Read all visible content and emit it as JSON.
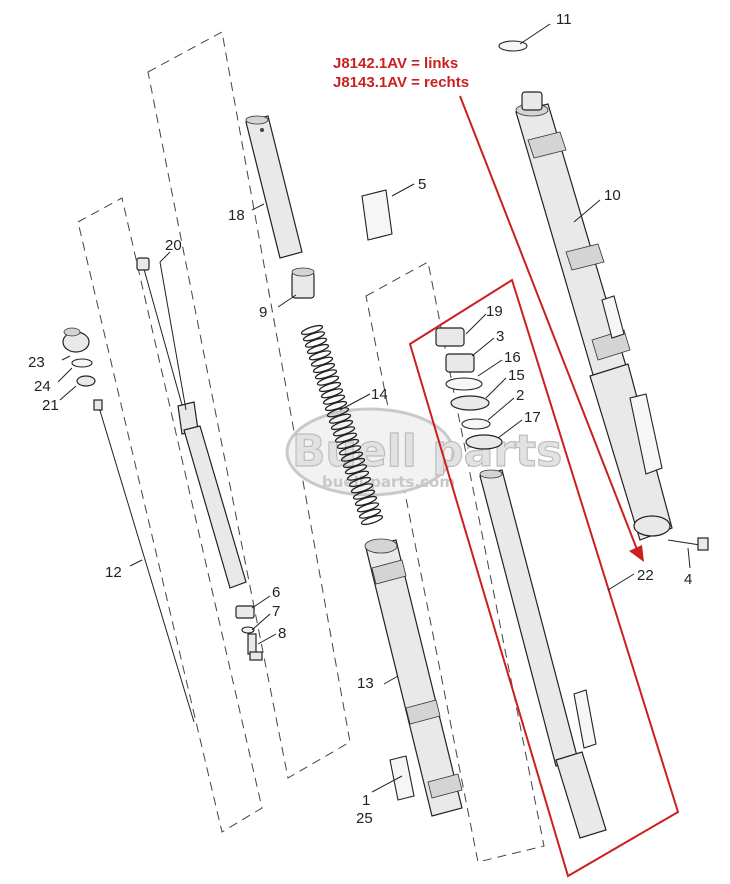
{
  "diagram": {
    "watermark": {
      "brand": "Buell parts",
      "url": "buell-parts.com"
    },
    "note": {
      "line1": "J8142.1AV = links",
      "line2": "J8143.1AV = rechts"
    },
    "colors": {
      "note_red": "#cc1f1f",
      "ink": "#222222",
      "part_fill": "#e9e9e9",
      "watermark_grey": "#bdbdbd"
    },
    "callouts": {
      "c1": "1",
      "c2": "2",
      "c3": "3",
      "c4": "4",
      "c5": "5",
      "c6": "6",
      "c7": "7",
      "c8": "8",
      "c9": "9",
      "c10": "10",
      "c11": "11",
      "c12": "12",
      "c13": "13",
      "c14": "14",
      "c15": "15",
      "c16": "16",
      "c17": "17",
      "c18": "18",
      "c19": "19",
      "c20": "20",
      "c21": "21",
      "c22": "22",
      "c23": "23",
      "c24": "24",
      "c25": "25"
    }
  }
}
